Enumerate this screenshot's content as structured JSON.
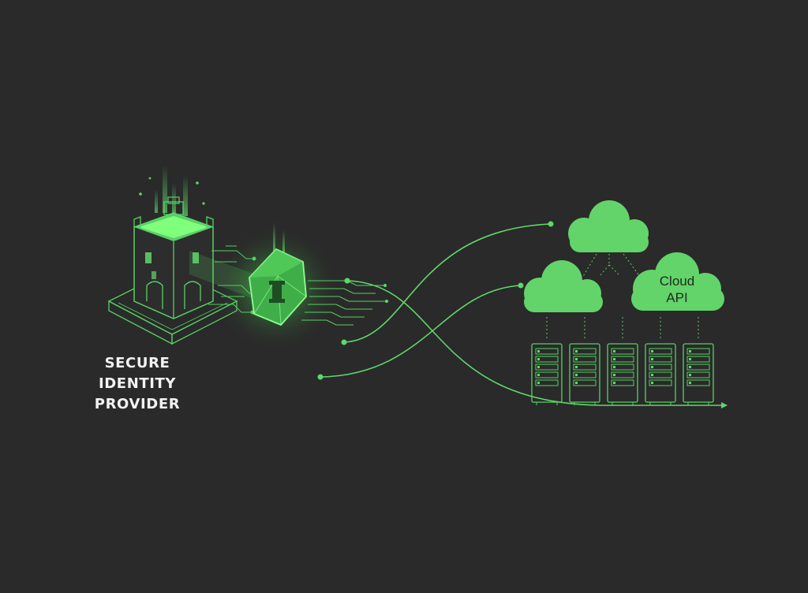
{
  "colors": {
    "background": "#2a2a2a",
    "accent": "#5fd86a",
    "accent_bright": "#8cff8f",
    "outline": "#56d063",
    "text_light": "#f2f2f2",
    "text_dark": "#1e2a1e"
  },
  "identity_provider": {
    "label_lines": [
      "SECURE",
      "IDENTITY",
      "PROVIDER"
    ],
    "icon": "castle-tower-icon"
  },
  "key_shield": {
    "icon": "keyhole-shield-icon"
  },
  "clouds": [
    {
      "name": "cloud-top",
      "label_lines": []
    },
    {
      "name": "cloud-left",
      "label_lines": []
    },
    {
      "name": "cloud-api",
      "label_lines": [
        "Cloud",
        "API"
      ]
    }
  ],
  "servers": {
    "count": 5,
    "icon": "server-rack-icon"
  }
}
